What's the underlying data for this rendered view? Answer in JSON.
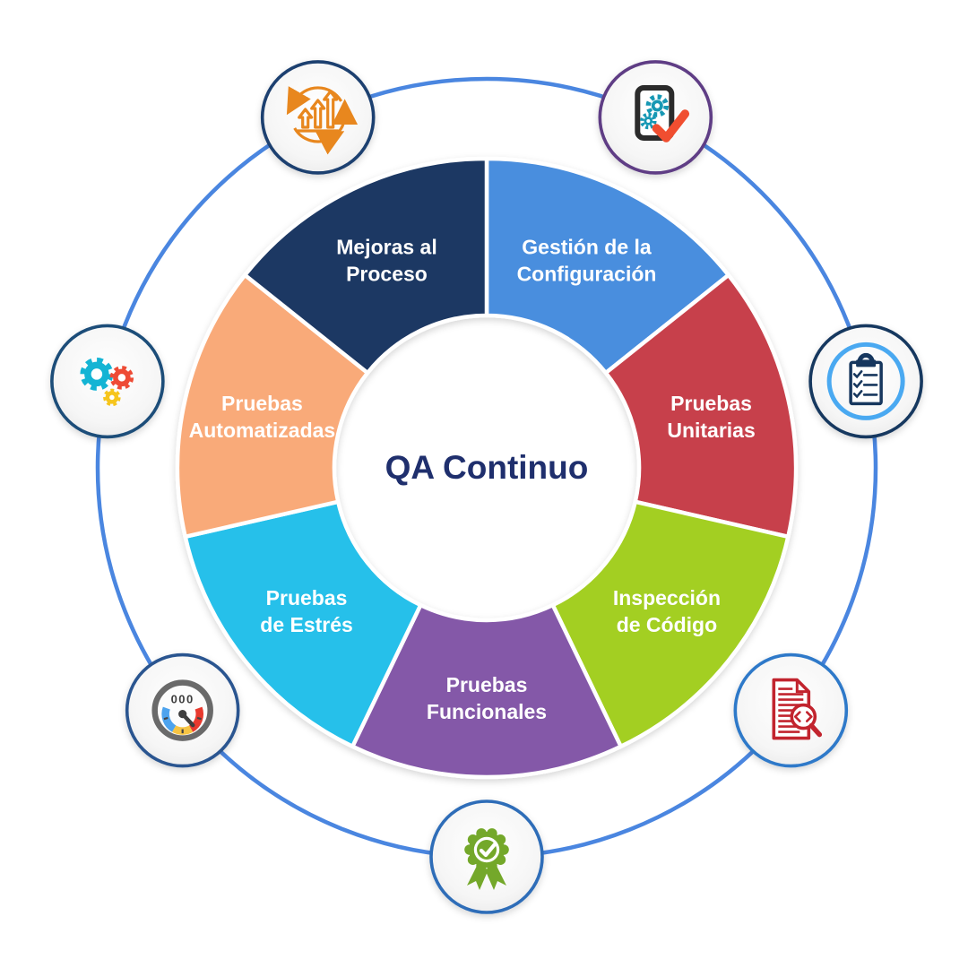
{
  "diagram": {
    "title": "QA Continuo",
    "title_color": "#1f2f6d",
    "label_color": "#ffffff",
    "ring_color": "#4a86e0",
    "gauge_display": "000",
    "segments": [
      {
        "id": "gestion-configuracion",
        "label": "Gestión de la Configuración",
        "label_lines": [
          "Gestión de la",
          "Configuración"
        ],
        "color": "#4a8ede",
        "icon": "device-gears-check",
        "icon_border": "#5e3e85"
      },
      {
        "id": "pruebas-unitarias",
        "label": "Pruebas Unitarias",
        "label_lines": [
          "Pruebas",
          "Unitarias"
        ],
        "color": "#c7414b",
        "icon": "checklist-clipboard",
        "icon_border": "#17375e"
      },
      {
        "id": "inspeccion-codigo",
        "label": "Inspección de Código",
        "label_lines": [
          "Inspección",
          "de Código"
        ],
        "color": "#a3cf20",
        "icon": "code-review-document",
        "icon_border": "#2e79c9"
      },
      {
        "id": "pruebas-funcionales",
        "label": "Pruebas Funcionales",
        "label_lines": [
          "Pruebas",
          "Funcionales"
        ],
        "color": "#8458a8",
        "icon": "award-badge",
        "icon_border": "#2f6db8"
      },
      {
        "id": "pruebas-de-estres",
        "label": "Pruebas de Estrés",
        "label_lines": [
          "Pruebas",
          "de Estrés"
        ],
        "color": "#27c0ea",
        "icon": "speed-gauge",
        "icon_border": "#2a5590"
      },
      {
        "id": "pruebas-automatizadas",
        "label": "Pruebas Automatizadas",
        "label_lines": [
          "Pruebas",
          "Automatizadas"
        ],
        "color": "#f9aa79",
        "icon": "three-gears",
        "icon_border": "#1f4e79"
      },
      {
        "id": "mejoras-al-proceso",
        "label": "Mejoras al Proceso",
        "label_lines": [
          "Mejoras al",
          "Proceso"
        ],
        "color": "#1f3864",
        "icon": "improvement-arrows",
        "icon_border": "#1f4070"
      }
    ],
    "icon_palette": {
      "orange": "#e8871e",
      "dark": "#2b2b2b",
      "teal": "#1798b4",
      "check_red": "#f04e30",
      "navy": "#17375e",
      "light_blue": "#4aa9f1",
      "doc_red": "#c2242e",
      "green": "#74a82a",
      "gauge_gray": "#6a6a6a",
      "gauge_blue": "#4da3ee",
      "gauge_yellow": "#f6c443",
      "gauge_red": "#e8392e",
      "gear_teal": "#14b4d4",
      "gear_red": "#ee4b35",
      "gear_yellow": "#f6c51c"
    }
  }
}
